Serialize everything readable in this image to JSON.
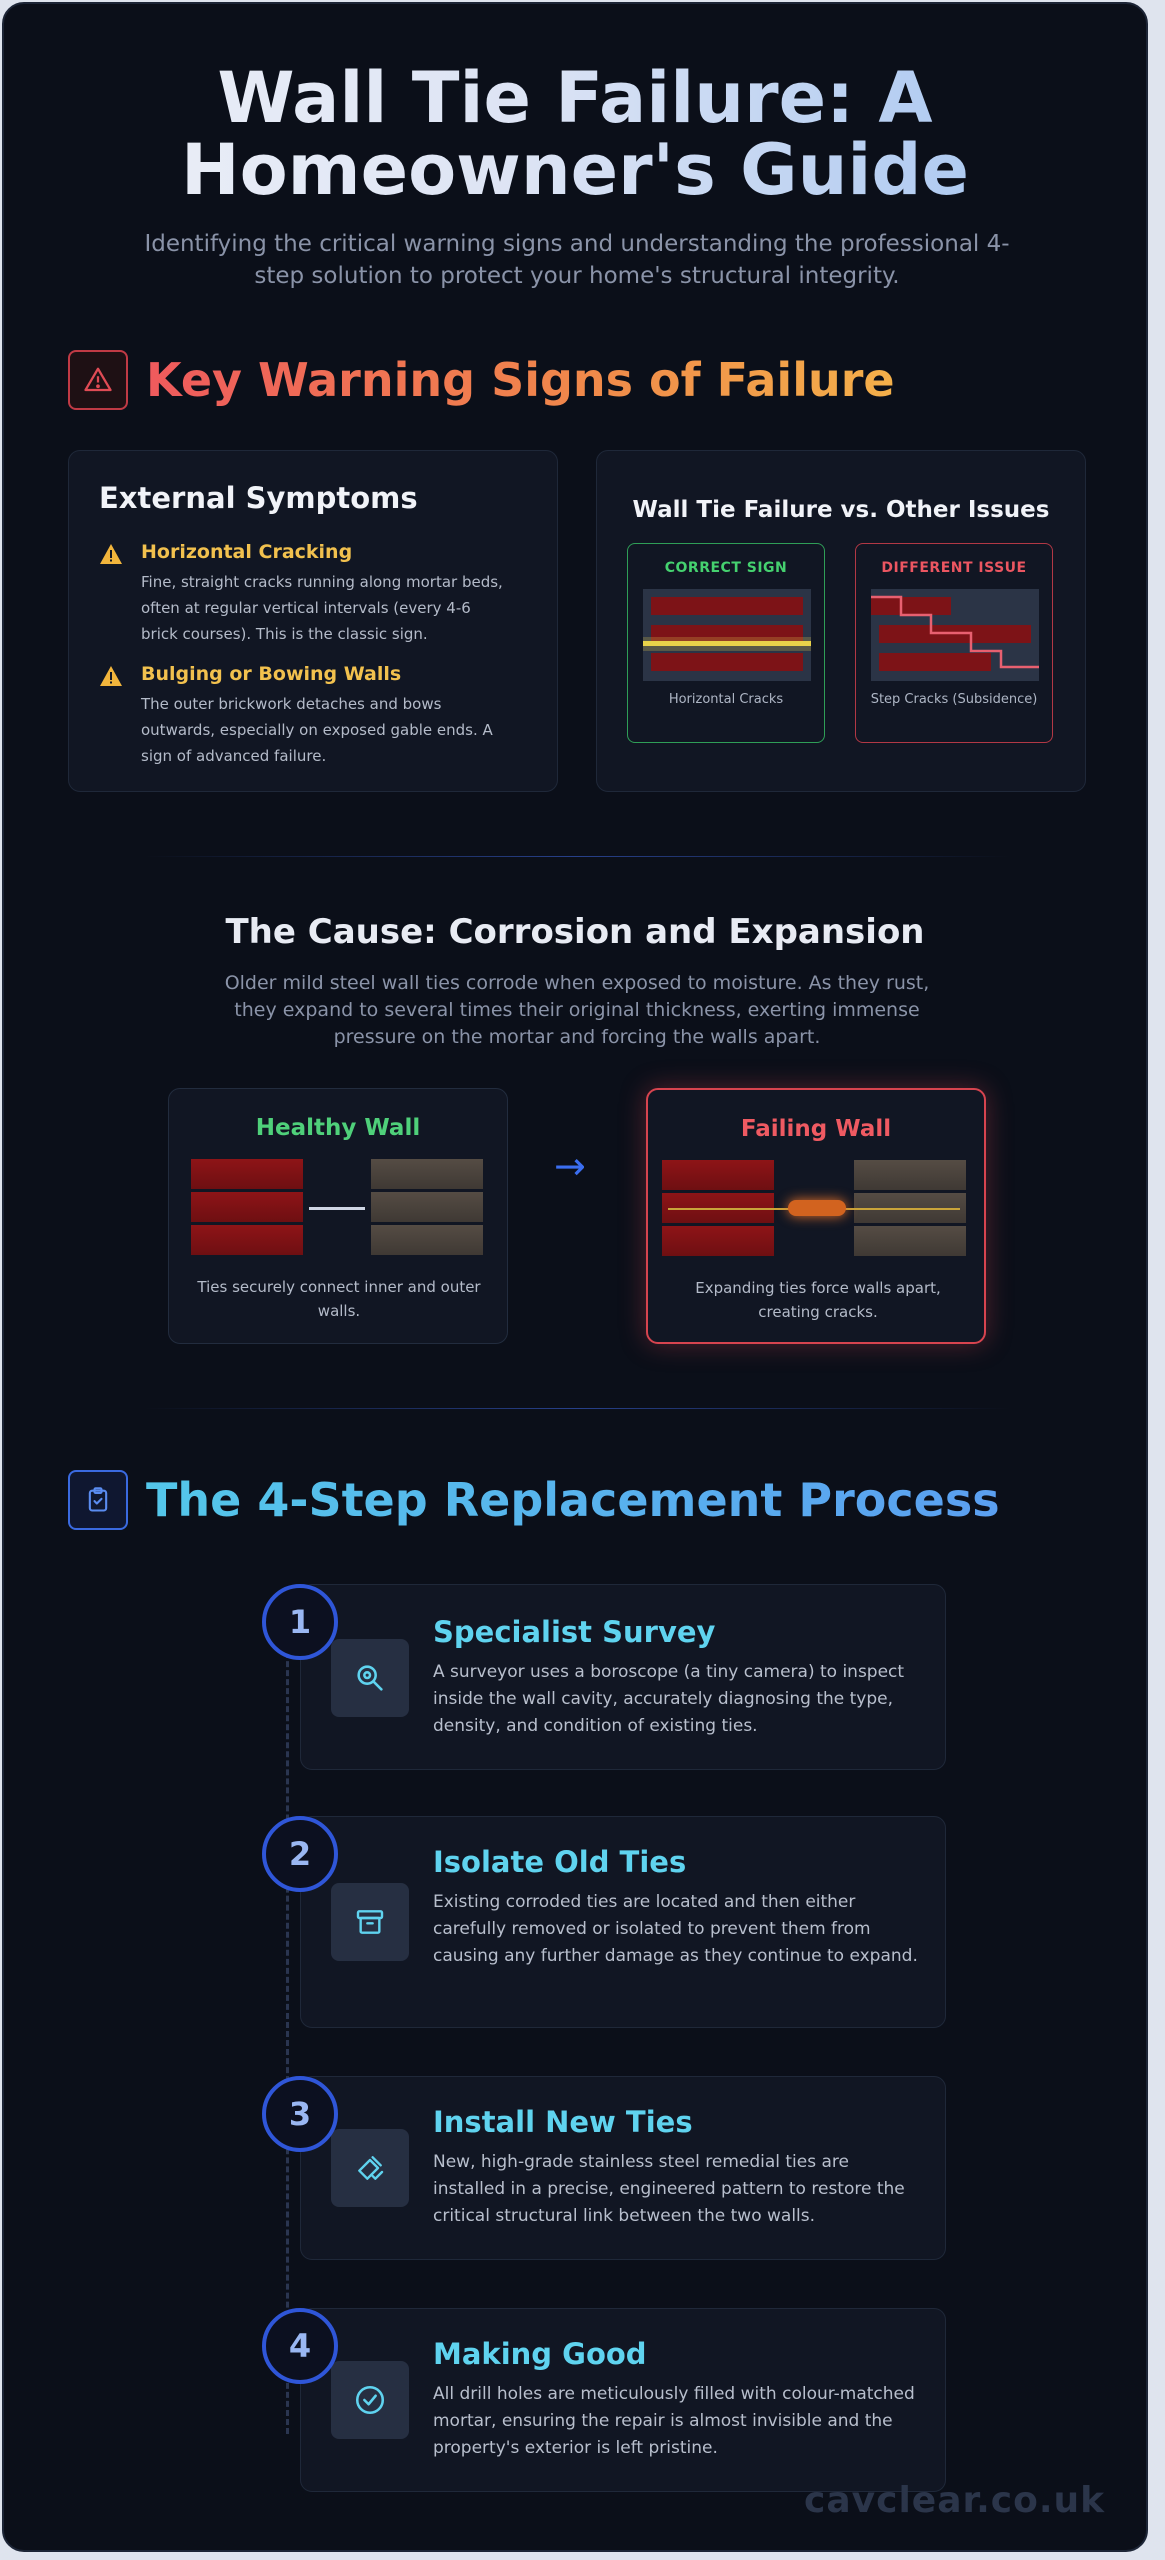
{
  "hero": {
    "title_line1": "Wall Tie Failure: A",
    "title_line2": "Homeowner's Guide",
    "subtitle": "Identifying the critical warning signs and understanding the professional 4-step solution to protect your home's structural integrity."
  },
  "warning_section": {
    "icon": "alert-triangle-icon",
    "heading": "Key Warning Signs of Failure",
    "symptoms": {
      "title": "External Symptoms",
      "items": [
        {
          "title": "Horizontal Cracking",
          "desc": "Fine, straight cracks running along mortar beds, often at regular vertical intervals (every 4-6 brick courses). This is the classic sign."
        },
        {
          "title": "Bulging or Bowing Walls",
          "desc": "The outer brickwork detaches and bows outwards, especially on exposed gable ends. A sign of advanced failure."
        }
      ]
    },
    "comparison": {
      "title": "Wall Tie Failure vs. Other Issues",
      "good_label": "CORRECT SIGN",
      "good_caption": "Horizontal Cracks",
      "bad_label": "DIFFERENT ISSUE",
      "bad_caption": "Step Cracks (Subsidence)"
    }
  },
  "cause_section": {
    "title": "The Cause: Corrosion and Expansion",
    "desc": "Older mild steel wall ties corrode when exposed to moisture. As they rust, they expand to several times their original thickness, exerting immense pressure on the mortar and forcing the walls apart.",
    "healthy": {
      "title": "Healthy Wall",
      "caption": "Ties securely connect inner and outer walls."
    },
    "arrow": "→",
    "failing": {
      "title": "Failing Wall",
      "caption": "Expanding ties force walls apart, creating cracks."
    }
  },
  "process_section": {
    "icon": "clipboard-check-icon",
    "heading": "The 4-Step Replacement Process",
    "steps": [
      {
        "num": "1",
        "icon": "search-icon",
        "title": "Specialist Survey",
        "desc": "A surveyor uses a boroscope (a tiny camera) to inspect inside the wall cavity, accurately diagnosing the type, density, and condition of existing ties."
      },
      {
        "num": "2",
        "icon": "archive-icon",
        "title": "Isolate Old Ties",
        "desc": "Existing corroded ties are located and then either carefully removed or isolated to prevent them from causing any further damage as they continue to expand."
      },
      {
        "num": "3",
        "icon": "tool-icon",
        "title": "Install New Ties",
        "desc": "New, high-grade stainless steel remedial ties are installed in a precise, engineered pattern to restore the critical structural link between the two walls."
      },
      {
        "num": "4",
        "icon": "check-circle-icon",
        "title": "Making Good",
        "desc": "All drill holes are meticulously filled with colour-matched mortar, ensuring the repair is almost invisible and the property's exterior is left pristine."
      }
    ]
  },
  "footer": {
    "brand": "cavclear.co.uk"
  },
  "colors": {
    "background": "#0b0f19",
    "card": "#111623",
    "warning_red": "#ef5a5d",
    "warning_amber": "#f2c14e",
    "healthy_green": "#4fd07a",
    "process_cyan": "#5fd3ef",
    "accent_blue": "#2f56d8"
  }
}
